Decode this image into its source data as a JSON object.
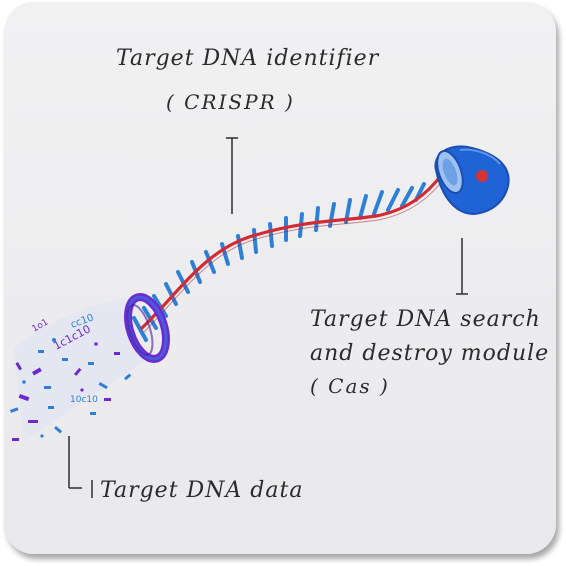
{
  "labels": {
    "identifier_title": "Target DNA identifier",
    "identifier_sub": "( CRISPR )",
    "module_line1": "Target DNA search",
    "module_line2": "and destroy module",
    "module_line3": "( Cas )",
    "data": "Target DNA data"
  },
  "colors": {
    "strand_red": "#d42a33",
    "rungs_blue": "#2e7fd6",
    "cas_blue": "#1f63d6",
    "cas_red_dot": "#d43434",
    "ring_purple": "#6d2ad0",
    "ink": "#2b2b2b"
  },
  "icons": {
    "cas": "cas-enzyme-icon",
    "ring": "crispr-ring-icon",
    "dna": "dna-strand-icon"
  }
}
